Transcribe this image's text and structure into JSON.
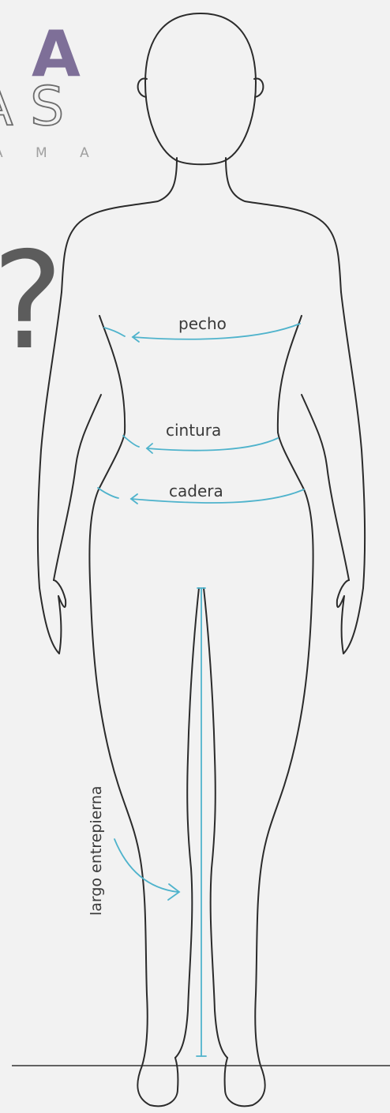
{
  "logo": {
    "letter_top": "A",
    "letters_mid": "A S",
    "letters_sub": "A M A",
    "accent_color": "#7e6f98"
  },
  "question_mark": "?",
  "measurements": {
    "chest": "pecho",
    "waist": "cintura",
    "hip": "cadera",
    "inseam": "largo entrepierna"
  },
  "colors": {
    "background": "#f2f2f2",
    "outline": "#2b2b2b",
    "measure_line": "#4fb3cc"
  }
}
